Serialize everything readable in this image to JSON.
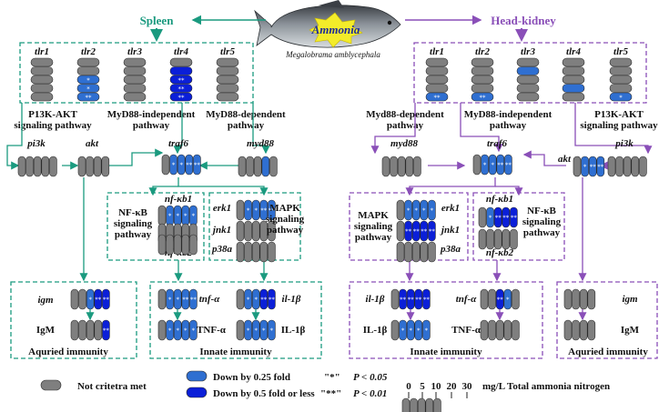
{
  "colors": {
    "spleen": "#1a9a7f",
    "headkidney": "#8a4fb8",
    "gray": "#7f7f7f",
    "light_blue": "#2f6fd1",
    "dark_blue": "#0b1fd8"
  },
  "header": {
    "spleen": "Spleen",
    "headkidney": "Head-kidney",
    "ammonia": "Ammonia",
    "species": "Megalobrama amblycephala"
  },
  "spleen": {
    "tlr_labels": [
      "tlr1",
      "tlr2",
      "tlr3",
      "tlr4",
      "tlr5"
    ],
    "pi3k_label": "P13K-AKT\nsignaling pathway",
    "myd88_indep_label": "MyD88-independent\npathway",
    "myd88_dep_label": "MyD88-dependent\npathway",
    "genes": {
      "pi3k": "pi3k",
      "akt": "akt",
      "traf6": "traf6",
      "myd88": "myd88",
      "nfkb1": "nf-κb1",
      "nfkb2": "nf-κb2",
      "erk1": "erk1",
      "jnk1": "jnk1",
      "p38a": "p38a",
      "igm": "igm",
      "IgM": "IgM",
      "tnfa": "tnf-α",
      "TNFA": "TNF-α",
      "il1b": "il-1β",
      "IL1B": "IL-1β"
    },
    "nfkb_pathway": "NF-κB\nsignaling\npathway",
    "mapk_pathway": "MAPK\nsignaling\npathway",
    "acquired": "Aquried immunity",
    "innate": "Innate immunity"
  },
  "headkidney": {
    "tlr_labels": [
      "tlr1",
      "tlr2",
      "tlr3",
      "tlr4",
      "tlr5"
    ],
    "myd88_dep_label": "Myd88-dependent\npathway",
    "myd88_indep_label": "MyD88-independent\npathway",
    "pi3k_label": "P13K-AKT\nsignaling pathway",
    "genes": {
      "myd88": "myd88",
      "traf6": "traf6",
      "akt": "akt",
      "pi3k": "pi3k",
      "erk1": "erk1",
      "jnk1": "jnk1",
      "p38a": "p38a",
      "nfkb1": "nf-κb1",
      "nfkb2": "nf-κb2",
      "il1b": "il-1β",
      "IL1B": "IL-1β",
      "tnfa": "tnf-α",
      "TNFA": "TNF-α",
      "igm": "igm",
      "IgM": "IgM"
    },
    "mapk_pathway": "MAPK\nsignaling\npathway",
    "nfkb_pathway": "NF-κB\nsignaling\npathway",
    "innate": "Innate immunity",
    "acquired": "Aquried immunity"
  },
  "legend": {
    "not_met": "Not critetra met",
    "down_025": "Down by 0.25 fold",
    "down_05": "Down by 0.5 fold or less",
    "sig1_symbol": "\"*\"",
    "sig1_text": "P < 0.05",
    "sig2_symbol": "\"**\"",
    "sig2_text": "P < 0.01",
    "scale_ticks": [
      "0",
      "5",
      "10",
      "20",
      "30"
    ],
    "scale_unit": "mg/L Total ammonia nitrogen"
  },
  "stars": {
    "one": "*",
    "two": "**"
  }
}
